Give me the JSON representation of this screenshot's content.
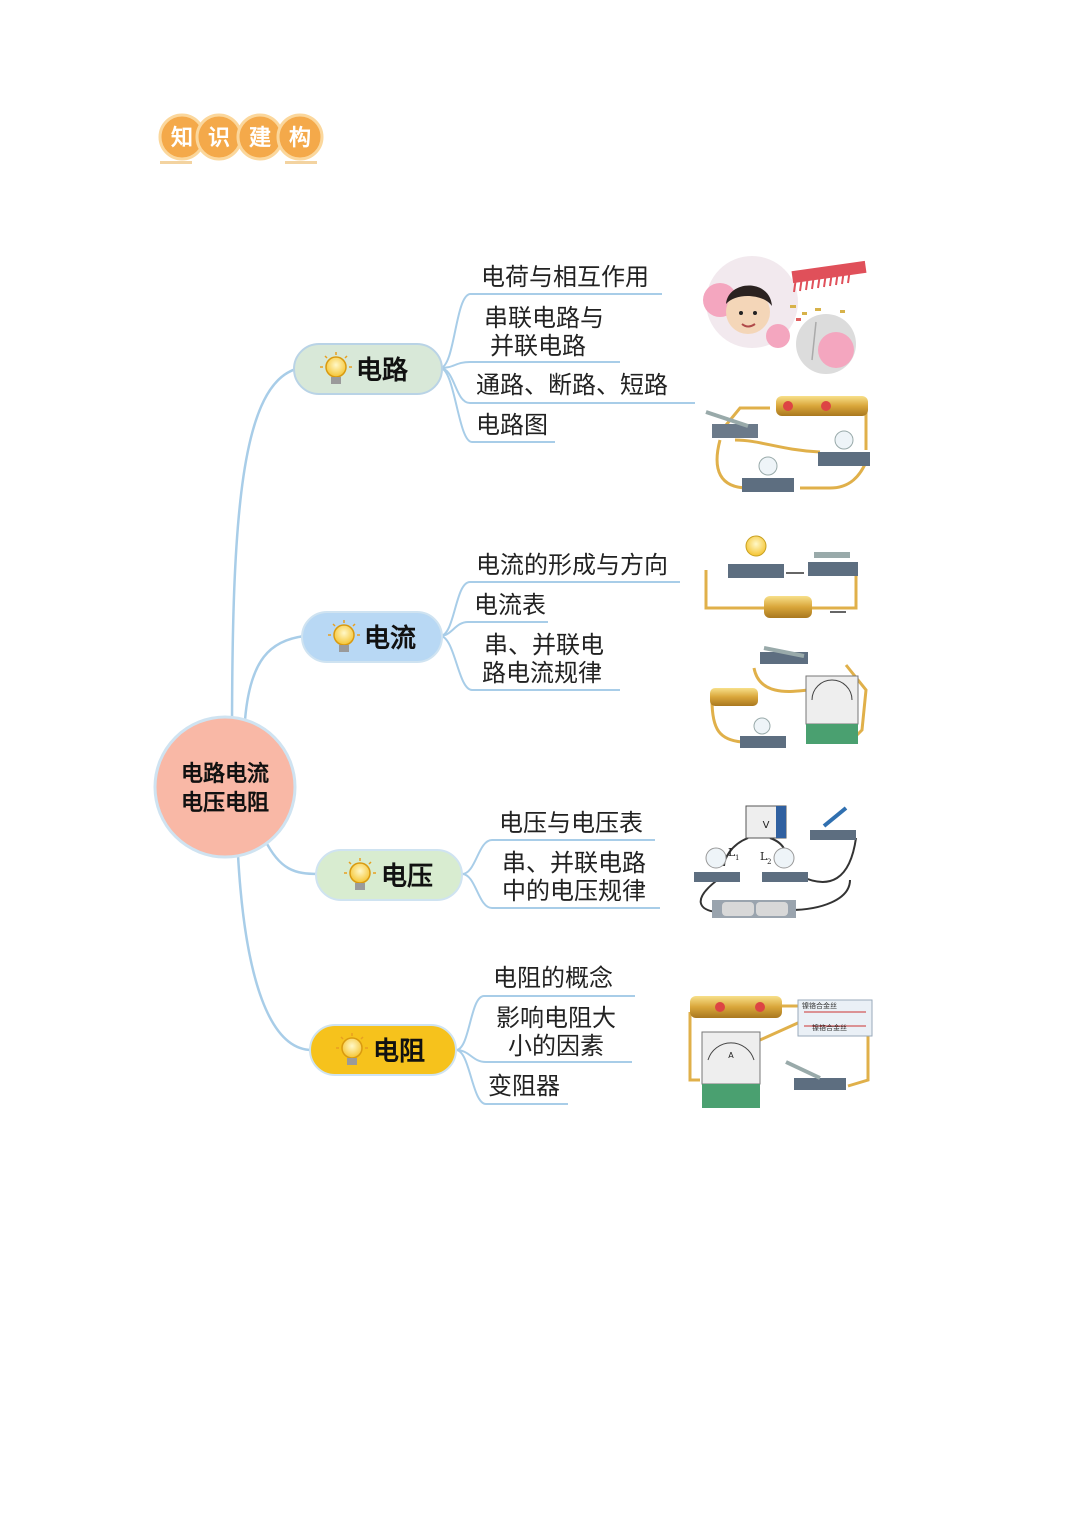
{
  "title": {
    "chars": [
      "知",
      "识",
      "建",
      "构"
    ]
  },
  "center": {
    "line1": "电路电流",
    "line2": "电压电阻"
  },
  "branches": [
    {
      "label": "电路",
      "color": "#d8e8d8",
      "items": [
        [
          "电荷与相互作用"
        ],
        [
          "串联电路与",
          "并联电路"
        ],
        [
          "通路、断路、短路"
        ],
        [
          "电路图"
        ]
      ]
    },
    {
      "label": "电流",
      "color": "#b8d8f4",
      "items": [
        [
          "电流的形成与方向"
        ],
        [
          "电流表"
        ],
        [
          "串、并联电",
          "路电流规律"
        ]
      ]
    },
    {
      "label": "电压",
      "color": "#d8ecd0",
      "items": [
        [
          "电压与电压表"
        ],
        [
          "串、并联电路",
          "中的电压规律"
        ]
      ]
    },
    {
      "label": "电阻",
      "color": "#f6c21c",
      "items": [
        [
          "电阻的概念"
        ],
        [
          "影响电阻大",
          "小的因素"
        ],
        [
          "变阻器"
        ]
      ]
    }
  ],
  "figures": {
    "circuit_labels": {
      "v": "V",
      "l1": "L",
      "l1_sub": "1",
      "l2": "L",
      "l2_sub": "2",
      "a": "A"
    },
    "wire_labels": {
      "w1": "镍铬合金丝",
      "w2": "镍铬合金丝"
    }
  },
  "colors": {
    "line": "#a8cde8",
    "center_fill": "#f9b8a6",
    "title_fill": "#f4a94a"
  }
}
